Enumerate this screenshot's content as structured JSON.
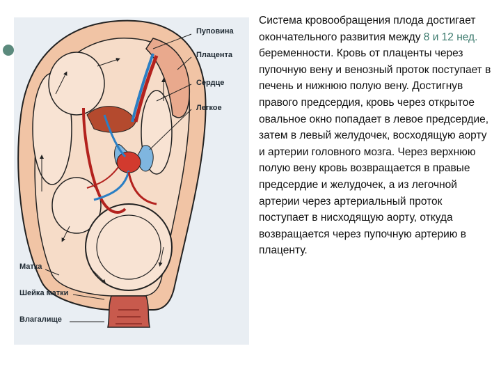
{
  "figure": {
    "labels": {
      "umbilical_cord": "Пуповина",
      "placenta": "Плацента",
      "heart": "Сердце",
      "lung": "Легкое",
      "uterus": "Матка",
      "cervix": "Шейка матки",
      "vagina": "Влагалище"
    },
    "colors": {
      "artery": "#b3221e",
      "vein": "#2b7fc4",
      "tissue": "#f2c7a9",
      "outline": "#222222",
      "accent": "#5b8a7d"
    }
  },
  "description": {
    "part1": "Система кровообращения плода достигает окончательного развития между ",
    "highlight": "8 и 12 нед.",
    "part2": " беременности. Кровь от плаценты через пупочную вену и венозный проток поступает в печень и нижнюю полую вену. Достигнув правого предсердия, кровь через открытое овальное окно попадает в левое предсердие, затем в левый желудочек, восходящую аорту и артерии головного мозга. Через верхнюю полую вену кровь возвращается в правые предсердие и желудочек, а из легочной артерии через артериальный проток поступает в нисходящую аорту, откуда возвращается через пупочную артерию в плаценту."
  }
}
